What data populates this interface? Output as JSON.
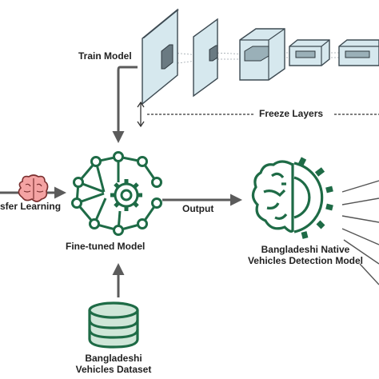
{
  "labels": {
    "train_model": "Train Model",
    "freeze_layers": "Freeze Layers",
    "transfer_learning": "sfer Learning",
    "output": "Output",
    "fine_tuned_model": "Fine-tuned Model",
    "detection_model_line1": "Bangladeshi Native",
    "detection_model_line2": "Vehicles Detection Model",
    "dataset_line1": "Bangladeshi",
    "dataset_line2": "Vehicles Dataset"
  },
  "icons": {
    "brain": "brain-icon",
    "network_gear": "neural-network-gear-icon",
    "ai_brain_gear": "brain-gear-icon",
    "database": "database-icon"
  },
  "colors": {
    "green": "#1e6b46",
    "green_light": "#cfe6d8",
    "arrow": "#5b5b5b",
    "layer_face": "#d6e8ee",
    "layer_edge": "#3d4a52",
    "brain_pink": "#f08a8a"
  }
}
